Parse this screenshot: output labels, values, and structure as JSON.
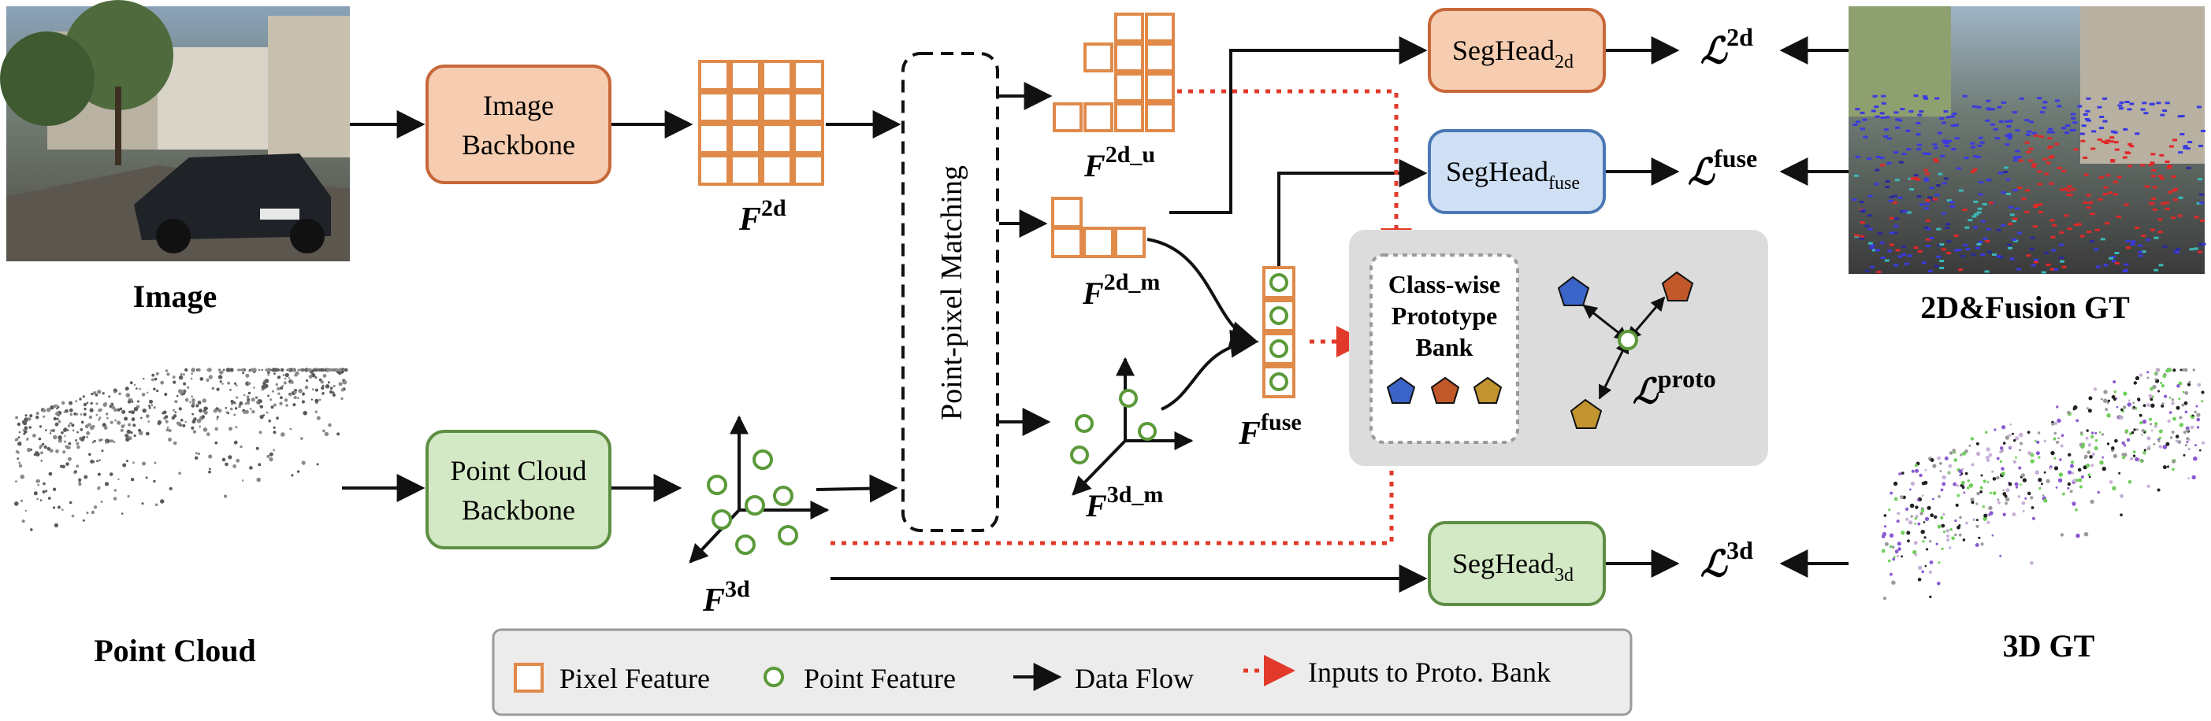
{
  "inputs": {
    "image_caption": "Image",
    "pointcloud_caption": "Point Cloud",
    "gt_2d_caption": "2D&Fusion GT",
    "gt_3d_caption": "3D GT"
  },
  "backbones": {
    "image_line1": "Image",
    "image_line2": "Backbone",
    "point_line1": "Point Cloud",
    "point_line2": "Backbone"
  },
  "matching": {
    "label": "Point-pixel Matching"
  },
  "features": {
    "f2d": {
      "base": "F",
      "sup": "2d"
    },
    "f3d": {
      "base": "F",
      "sup": "3d"
    },
    "f2d_u": {
      "base": "F",
      "sup": "2d_u"
    },
    "f2d_m": {
      "base": "F",
      "sup": "2d_m"
    },
    "f3d_m": {
      "base": "F",
      "sup": "3d_m"
    },
    "ffuse": {
      "base": "F",
      "sup": "fuse"
    }
  },
  "heads": {
    "seg2d": {
      "base": "SegHead",
      "sub": "2d"
    },
    "segfuse": {
      "base": "SegHead",
      "sub": "fuse"
    },
    "seg3d": {
      "base": "SegHead",
      "sub": "3d"
    }
  },
  "losses": {
    "l2d": {
      "base": "ℒ",
      "sup": "2d"
    },
    "lfuse": {
      "base": "ℒ",
      "sup": "fuse"
    },
    "l3d": {
      "base": "ℒ",
      "sup": "3d"
    },
    "lproto": {
      "base": "ℒ",
      "sup": "proto"
    }
  },
  "prototype_bank": {
    "line1": "Class-wise",
    "line2": "Prototype",
    "line3": "Bank"
  },
  "legend": {
    "pixel_feature": "Pixel Feature",
    "point_feature": "Point Feature",
    "data_flow": "Data Flow",
    "inputs_proto": "Inputs to Proto. Bank"
  },
  "colors": {
    "image_backbone_fill": "#f6cdb0",
    "image_backbone_stroke": "#c8683a",
    "point_backbone_fill": "#d3e8c4",
    "point_backbone_stroke": "#5e8e43",
    "seghead_fuse_fill": "#cfe0f5",
    "seghead_fuse_stroke": "#4a78b3",
    "pixel_cell": "#e08a4a",
    "point_circle": "#5a9a3a",
    "red_dotted": "#e23a2a",
    "proto_panel": "#dcdcdc",
    "proto_blue": "#3a64c8",
    "proto_orange": "#c0582a",
    "proto_gold": "#c29430"
  }
}
